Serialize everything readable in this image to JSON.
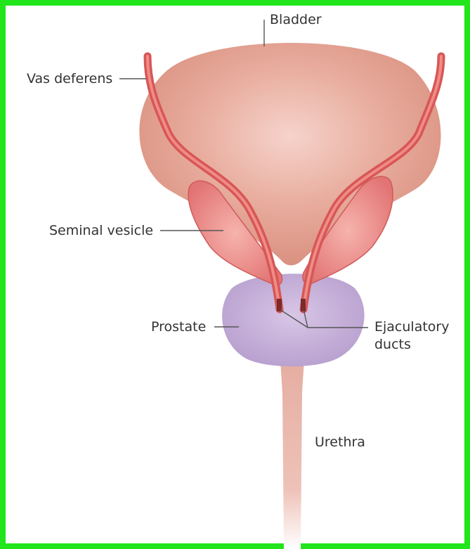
{
  "diagram": {
    "labels": {
      "bladder": "Bladder",
      "vas_deferens": "Vas deferens",
      "seminal_vesicle": "Seminal vesicle",
      "prostate": "Prostate",
      "ejaculatory_ducts_line1": "Ejaculatory",
      "ejaculatory_ducts_line2": "ducts",
      "urethra": "Urethra"
    },
    "colors": {
      "frame": "#22e51c",
      "bladder": "#e3a596",
      "prostate": "#c4aed6",
      "vas_deferens": "#dc5c5c",
      "seminal_vesicle": "#ec8a8a",
      "urethra": "#e8b0a6"
    }
  }
}
